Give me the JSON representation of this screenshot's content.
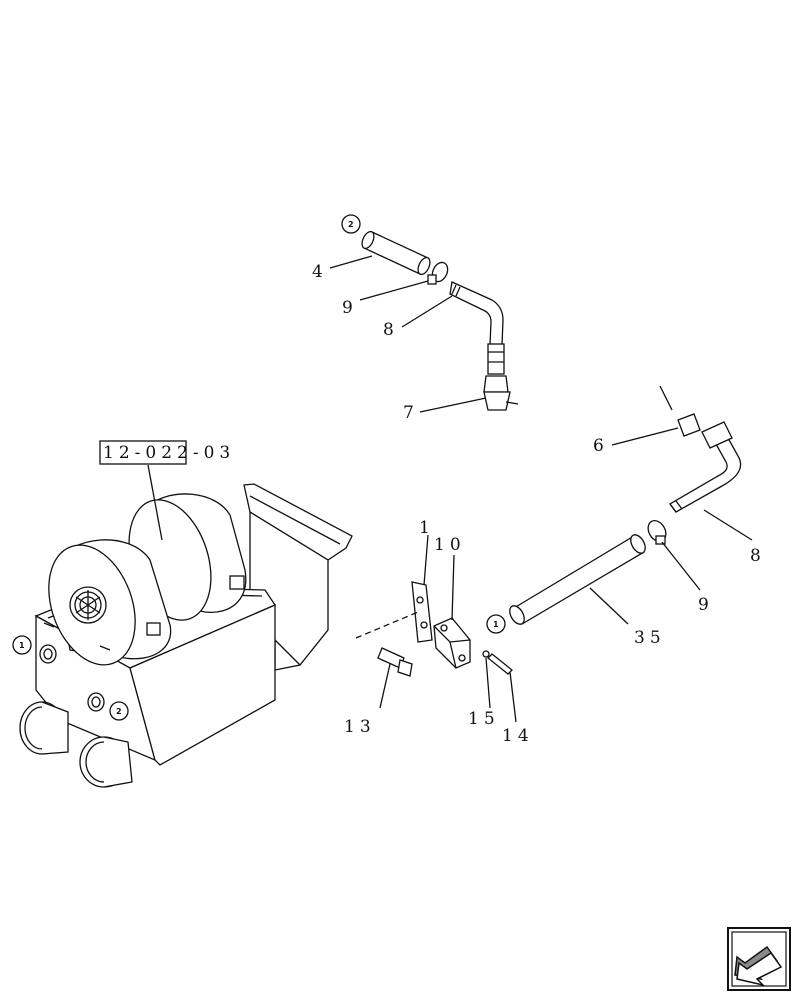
{
  "labels": {
    "ref_group": "12-022-03",
    "p4": "4",
    "p9_top": "9",
    "p8_top": "8",
    "p7": "7",
    "p6": "6",
    "p8_right": "8",
    "p9_right": "9",
    "p35": "35",
    "p1": "1",
    "p10": "10",
    "p13": "13",
    "p15": "15",
    "p14": "14"
  },
  "refs": {
    "circle_2_top": "2",
    "circle_1_left": "1",
    "circle_2_heater": "2",
    "circle_1_tube": "1"
  },
  "nav": {
    "icon": "next-page-arrow-icon"
  }
}
